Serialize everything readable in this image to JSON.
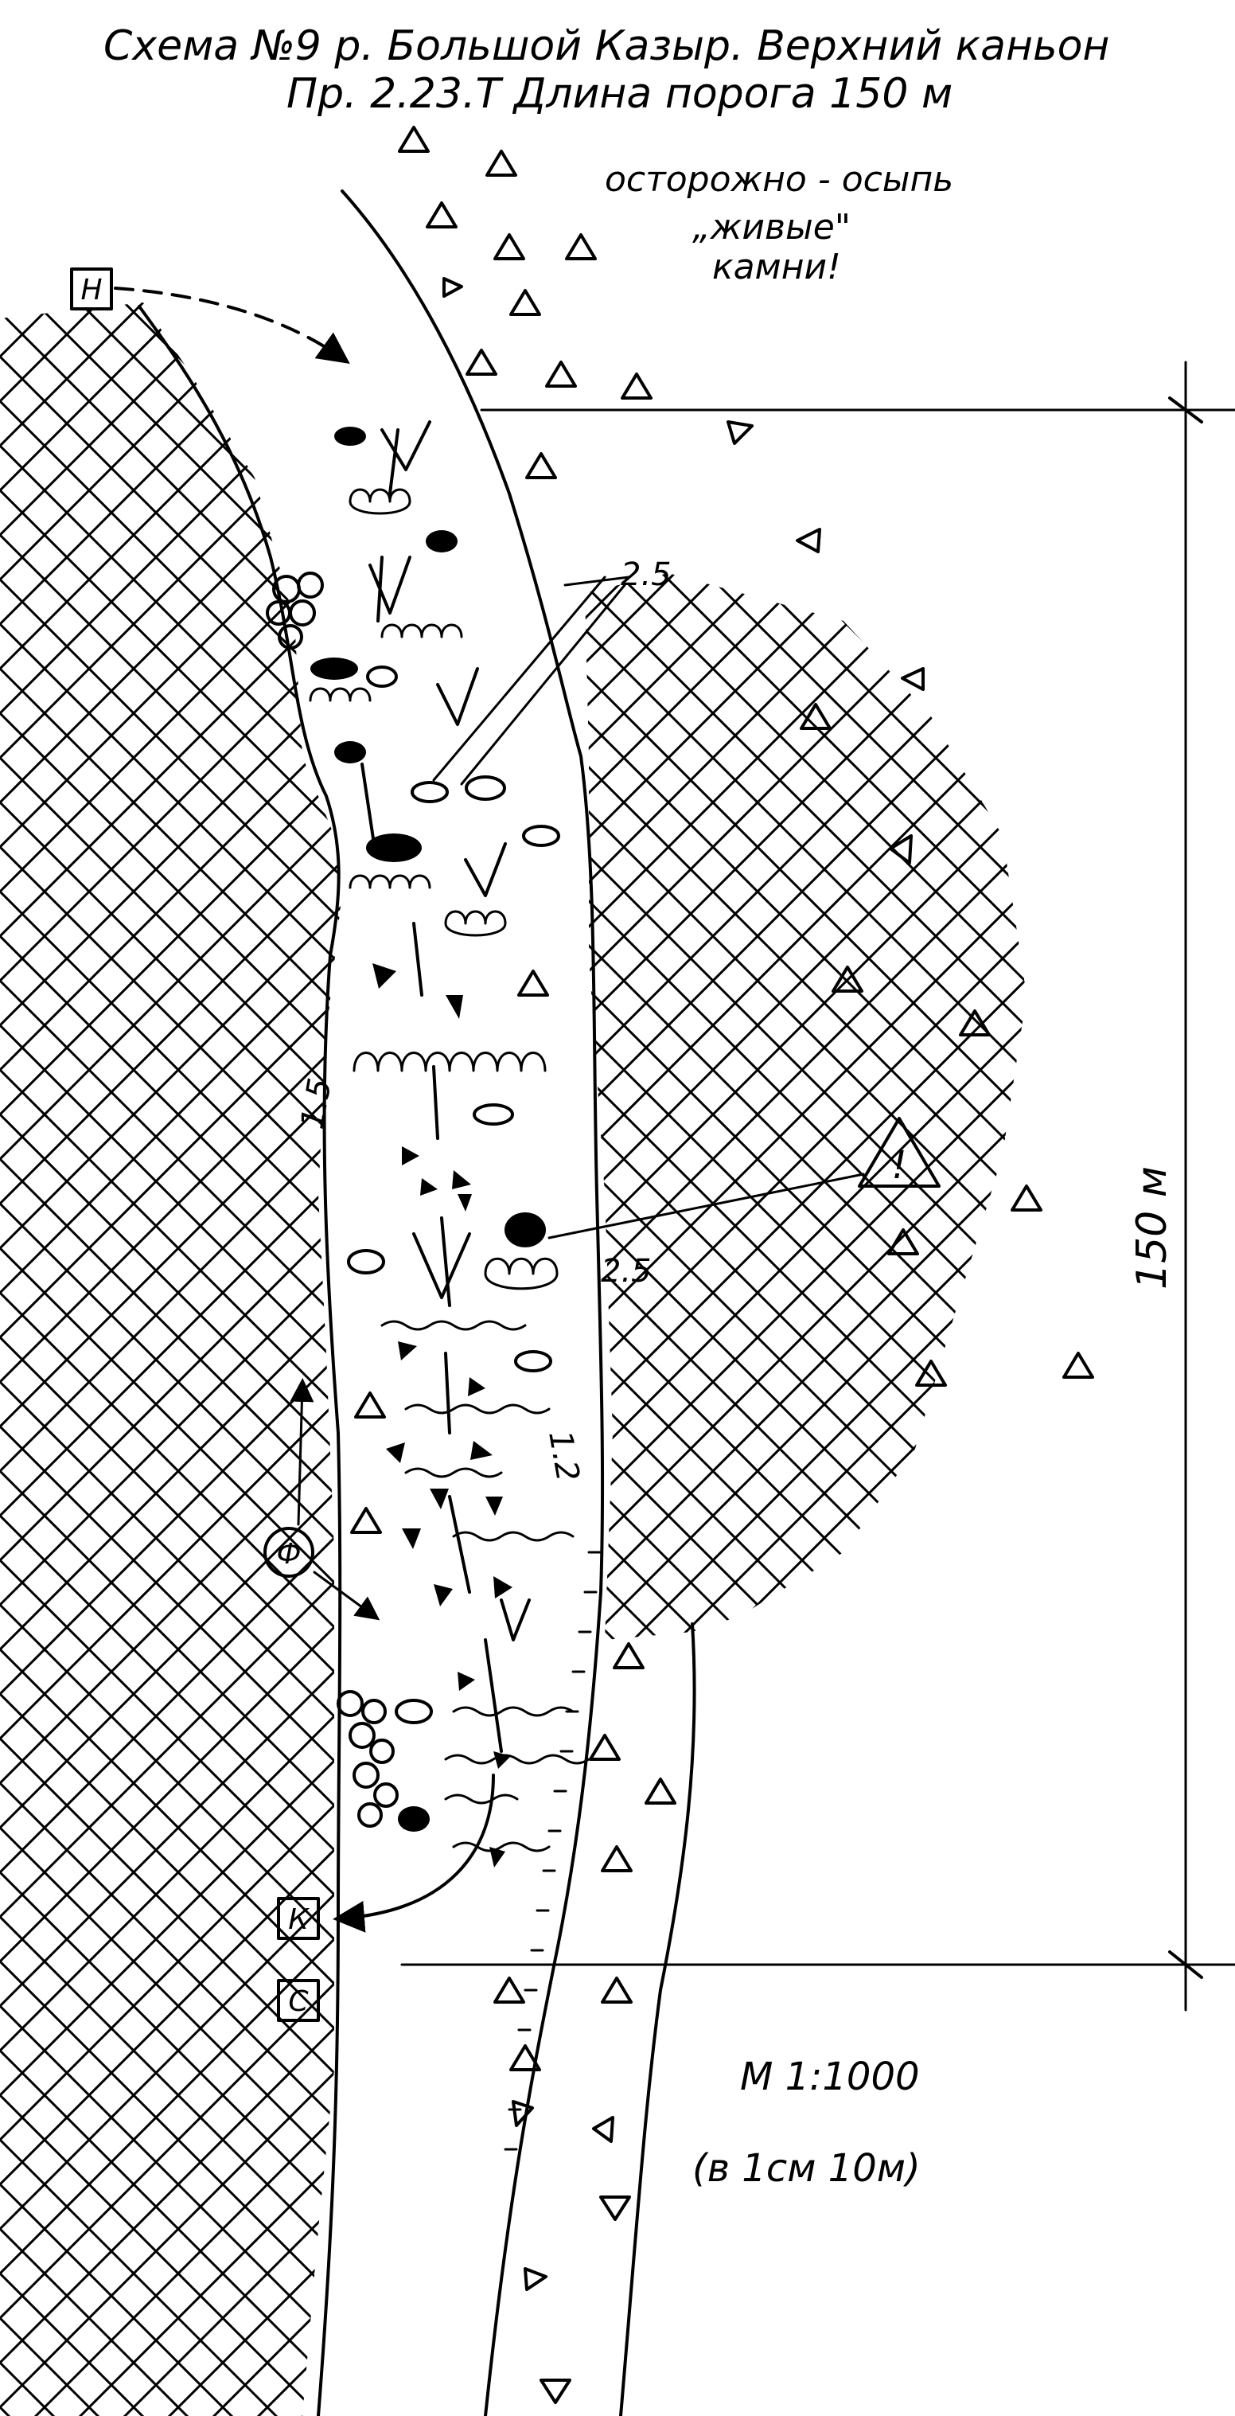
{
  "title": {
    "line1": "Схема №9  р. Большой Казыр. Верхний каньон",
    "line2": "Пр. 2.23.Т  Длина порога 150 м"
  },
  "warning_note": {
    "line1": "осторожно - осыпь",
    "line2": "„живые\"",
    "line3": "камни!"
  },
  "markers": {
    "start": "Н",
    "end": "К",
    "safety": "С",
    "photo": "Ф",
    "danger": "!"
  },
  "dimensions": {
    "length": "150 м",
    "drop_top": "2.5",
    "drop_mid": "2.5",
    "width_left": "1.5",
    "width_mid": "1.2"
  },
  "scale": {
    "ratio": "М 1:1000",
    "note": "(в 1см 10м)"
  },
  "colors": {
    "ink": "#000000",
    "paper": "#ffffff"
  }
}
